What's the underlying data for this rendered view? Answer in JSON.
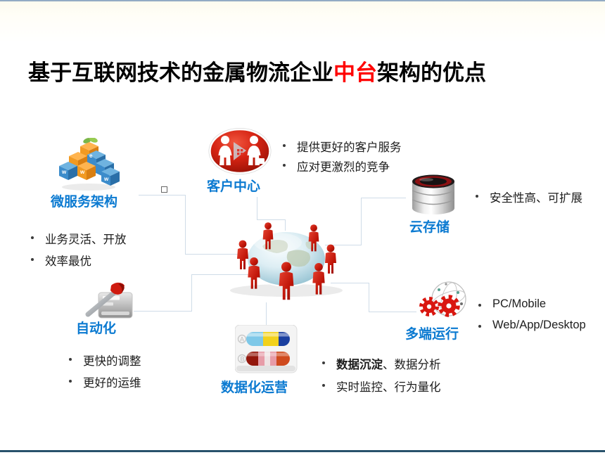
{
  "slide": {
    "title": {
      "pre": "基于互联网技术的金属物流企业",
      "highlight": "中台",
      "post": "架构的优点"
    },
    "accent_colors": {
      "title_highlight": "#FF0000",
      "label_blue": "#0B7AD1",
      "top_line": "#93ABC4",
      "bottom_bar": "#28526B",
      "connector": "#CFDCE8",
      "icon_red": "#D21F10"
    }
  },
  "nodes": {
    "microservice": {
      "label": "微服务架构",
      "icon": "building-blocks-icon",
      "bullets": [
        "业务灵活、开放",
        "效率最优"
      ]
    },
    "customer": {
      "label": "客户中心",
      "icon": "customers-arrow-icon",
      "bullets": [
        "提供更好的客户服务",
        "应对更激烈的竞争"
      ]
    },
    "cloud": {
      "label": "云存储",
      "icon": "database-stack-icon",
      "bullets": [
        "安全性高、可扩展"
      ]
    },
    "automation": {
      "label": "自动化",
      "icon": "hammer-tool-icon",
      "bullets": [
        "更快的调整",
        "更好的运维"
      ]
    },
    "dataops": {
      "label": "数据化运营",
      "icon": "capsules-icon",
      "bullet1_bold": "数据沉淀",
      "bullet1_rest": "、数据分析",
      "bullet2": "实时监控、行为量化"
    },
    "multiend": {
      "label": "多端运行",
      "icon": "gears-globe-icon",
      "bullets": [
        "PC/Mobile",
        "Web/App/Desktop"
      ]
    }
  },
  "center": {
    "icon": "globe-with-people-icon"
  }
}
